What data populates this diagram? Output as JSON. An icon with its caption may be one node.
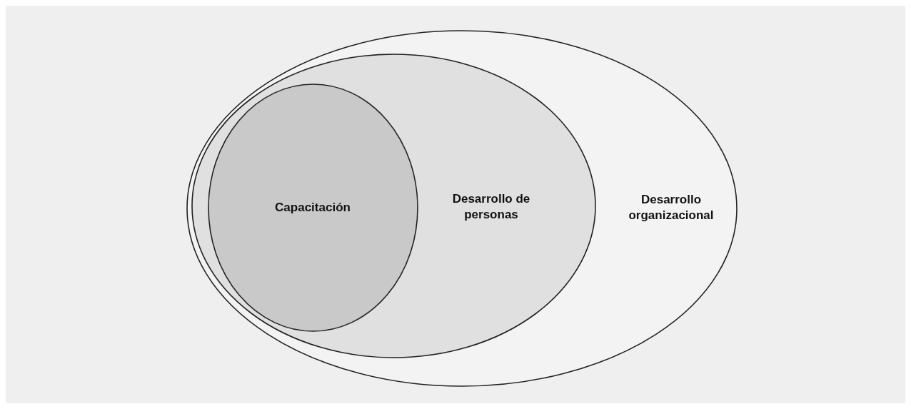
{
  "diagram": {
    "nodes": [
      {
        "text": [
          "Desarrollo organizacional"
        ]
      },
      {
        "text": [
          "Desarrollo de personas"
        ],
        "in": 0
      },
      {
        "text": [
          "Capacitación"
        ],
        "in": 1
      }
    ]
  }
}
